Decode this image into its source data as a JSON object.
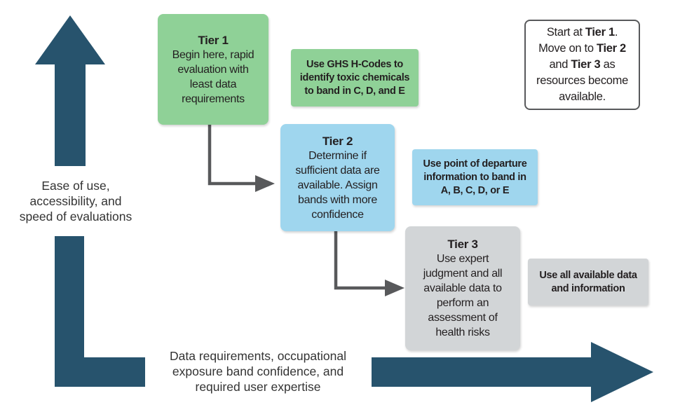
{
  "colors": {
    "dark_blue": "#27536d",
    "green": "#8fd197",
    "light_blue": "#9fd6ee",
    "gray": "#d2d5d7",
    "connector": "#58595b",
    "text": "#231f20"
  },
  "axes": {
    "vertical_label": "Ease of use,\naccessibility, and\nspeed of evaluations",
    "horizontal_label": "Data requirements, occupational\nexposure band confidence, and\nrequired user expertise"
  },
  "tiers": [
    {
      "title": "Tier 1",
      "body": "Begin here, rapid\nevaluation with\nleast data\nrequirements",
      "note": "Use GHS H-Codes to\nidentify toxic chemicals\nto band in C, D, and E"
    },
    {
      "title": "Tier 2",
      "body": "Determine if\nsufficient data are\navailable. Assign\nbands with more\nconfidence",
      "note": "Use point of departure\ninformation to band in\nA, B, C, D, or E"
    },
    {
      "title": "Tier 3",
      "body": "Use expert\njudgment and all\navailable data to\nperform an\nassessment of\nhealth risks",
      "note": "Use all available data\nand information"
    }
  ],
  "info_box": {
    "lines": [
      [
        {
          "t": "Start at "
        },
        {
          "t": "Tier 1",
          "b": true
        },
        {
          "t": "."
        }
      ],
      [
        {
          "t": "Move on to "
        },
        {
          "t": "Tier 2",
          "b": true
        }
      ],
      [
        {
          "t": "and "
        },
        {
          "t": "Tier 3",
          "b": true
        },
        {
          "t": " as"
        }
      ],
      [
        {
          "t": "resources become"
        }
      ],
      [
        {
          "t": "available."
        }
      ]
    ]
  }
}
